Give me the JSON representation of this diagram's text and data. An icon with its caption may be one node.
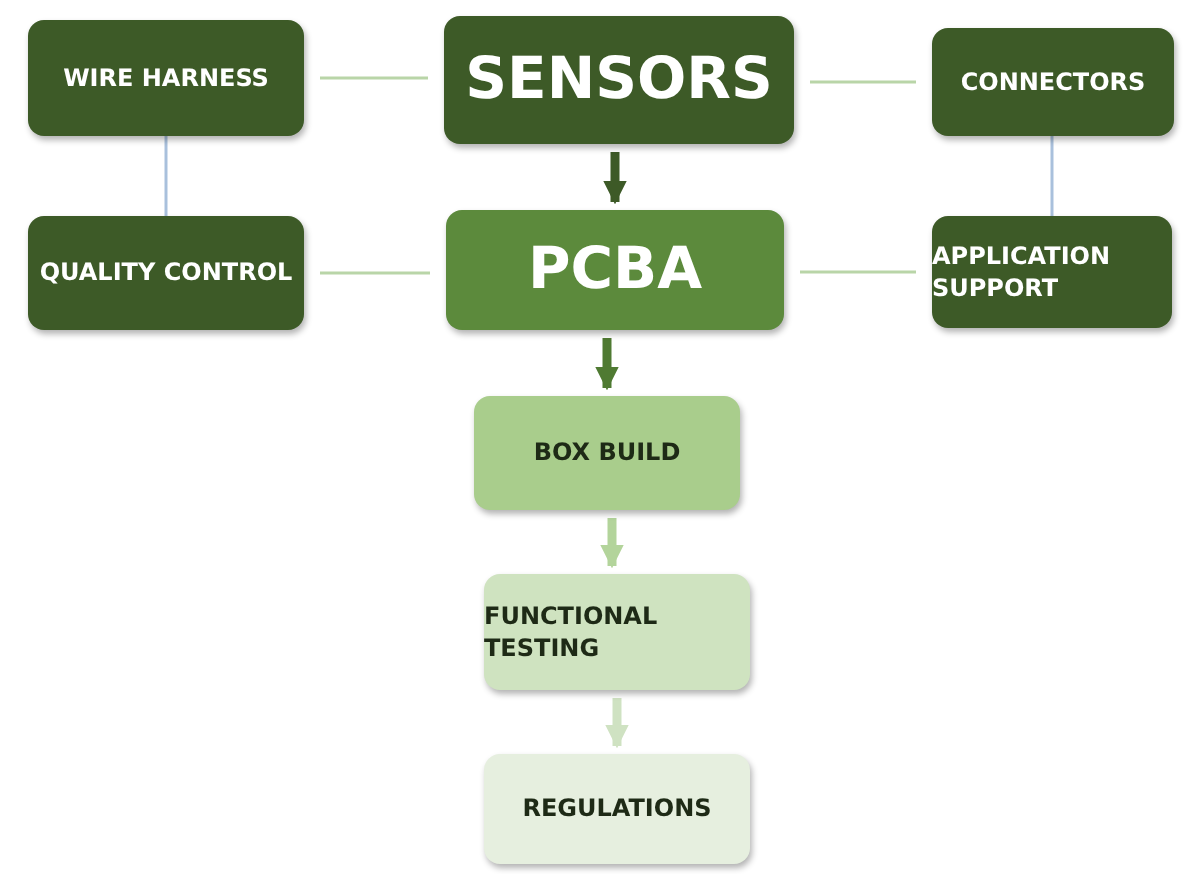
{
  "diagram": {
    "nodes": [
      {
        "text": [
          "WIRE HARNESS"
        ]
      },
      {
        "text": [
          "SENSORS"
        ]
      },
      {
        "text": [
          "CONNECTORS"
        ]
      },
      {
        "text": [
          "QUALITY CONTROL"
        ]
      },
      {
        "text": [
          "PCBA"
        ]
      },
      {
        "text": [
          "APPLICATION SUPPORT"
        ]
      },
      {
        "text": [
          "BOX BUILD"
        ]
      },
      {
        "text": [
          "FUNCTIONAL TESTING"
        ]
      },
      {
        "text": [
          "REGULATIONS"
        ]
      }
    ],
    "edges": [
      {
        "from": 0,
        "to": 1,
        "arrow": "none"
      },
      {
        "from": 1,
        "to": 2,
        "arrow": "none"
      },
      {
        "from": 0,
        "to": 3,
        "arrow": "none",
        "color": "#a9c0dc"
      },
      {
        "from": 2,
        "to": 5,
        "arrow": "none",
        "color": "#a9c0dc"
      },
      {
        "from": 3,
        "to": 4,
        "arrow": "none"
      },
      {
        "from": 4,
        "to": 5,
        "arrow": "none"
      },
      {
        "from": 1,
        "to": 4,
        "arrow": "to",
        "style": "thick",
        "color": "#3d5a27"
      },
      {
        "from": 4,
        "to": 6,
        "arrow": "to",
        "style": "thick",
        "color": "#4f7a32"
      },
      {
        "from": 6,
        "to": 7,
        "arrow": "to",
        "style": "thick",
        "color": "#b3d49b"
      },
      {
        "from": 7,
        "to": 8,
        "arrow": "to",
        "style": "thick",
        "color": "#cfe2c2"
      }
    ]
  }
}
